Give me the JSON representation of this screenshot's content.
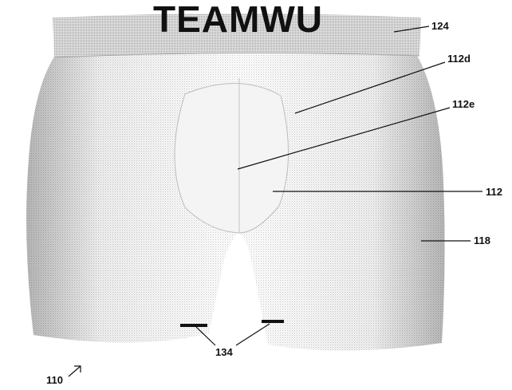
{
  "figure": {
    "waistband_text": "TEAMWU",
    "labels": {
      "waistband": "124",
      "upper_pouch": "112d",
      "seam": "112e",
      "pouch": "112",
      "leg": "118",
      "leg_markers": "134",
      "garment": "110"
    }
  }
}
